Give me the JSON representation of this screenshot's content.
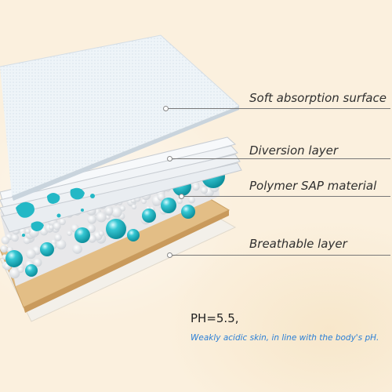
{
  "layers": [
    {
      "label": "Soft absorption surface"
    },
    {
      "label": "Diversion layer"
    },
    {
      "label": "Polymer SAP material"
    },
    {
      "label": "Breathable layer"
    }
  ],
  "ph": {
    "value": "PH=5.5,",
    "note": "Weakly acidic skin, in line with the body's pH."
  },
  "colors": {
    "background": "#fbf0de",
    "surface_sheet": "#eef4f8",
    "sap_beads": "#1fb6c4",
    "breathable_sheet": "#e7c99b",
    "note_text": "#2b7fd6"
  }
}
